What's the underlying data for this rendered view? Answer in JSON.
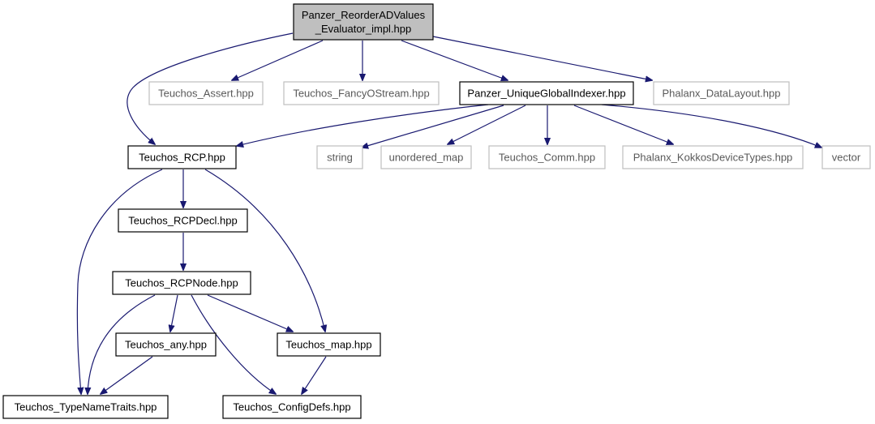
{
  "graph": {
    "colors": {
      "edge": "#191970",
      "root_fill": "#bfbfbf",
      "external_border": "#bfbfbf",
      "external_text": "#595959"
    },
    "nodes": [
      {
        "id": "root",
        "lines": [
          "Panzer_ReorderADValues",
          "_Evaluator_impl.hpp"
        ],
        "kind": "root"
      },
      {
        "id": "teuchos_assert",
        "lines": [
          "Teuchos_Assert.hpp"
        ],
        "kind": "external"
      },
      {
        "id": "teuchos_fancyostream",
        "lines": [
          "Teuchos_FancyOStream.hpp"
        ],
        "kind": "external"
      },
      {
        "id": "panzer_uniqueglobalindexer",
        "lines": [
          "Panzer_UniqueGlobalIndexer.hpp"
        ],
        "kind": "normal"
      },
      {
        "id": "phalanx_datalayout",
        "lines": [
          "Phalanx_DataLayout.hpp"
        ],
        "kind": "external"
      },
      {
        "id": "teuchos_rcp",
        "lines": [
          "Teuchos_RCP.hpp"
        ],
        "kind": "normal"
      },
      {
        "id": "string",
        "lines": [
          "string"
        ],
        "kind": "external"
      },
      {
        "id": "unordered_map",
        "lines": [
          "unordered_map"
        ],
        "kind": "external"
      },
      {
        "id": "teuchos_comm",
        "lines": [
          "Teuchos_Comm.hpp"
        ],
        "kind": "external"
      },
      {
        "id": "phalanx_kokkosdevicetypes",
        "lines": [
          "Phalanx_KokkosDeviceTypes.hpp"
        ],
        "kind": "external"
      },
      {
        "id": "vector",
        "lines": [
          "vector"
        ],
        "kind": "external"
      },
      {
        "id": "teuchos_rcpdecl",
        "lines": [
          "Teuchos_RCPDecl.hpp"
        ],
        "kind": "normal"
      },
      {
        "id": "teuchos_rcpnode",
        "lines": [
          "Teuchos_RCPNode.hpp"
        ],
        "kind": "normal"
      },
      {
        "id": "teuchos_any",
        "lines": [
          "Teuchos_any.hpp"
        ],
        "kind": "normal"
      },
      {
        "id": "teuchos_map",
        "lines": [
          "Teuchos_map.hpp"
        ],
        "kind": "normal"
      },
      {
        "id": "teuchos_typenametraits",
        "lines": [
          "Teuchos_TypeNameTraits.hpp"
        ],
        "kind": "normal"
      },
      {
        "id": "teuchos_configdefs",
        "lines": [
          "Teuchos_ConfigDefs.hpp"
        ],
        "kind": "normal"
      }
    ],
    "edges": [
      {
        "from": "root",
        "to": "teuchos_rcp"
      },
      {
        "from": "root",
        "to": "teuchos_assert"
      },
      {
        "from": "root",
        "to": "teuchos_fancyostream"
      },
      {
        "from": "root",
        "to": "panzer_uniqueglobalindexer"
      },
      {
        "from": "root",
        "to": "phalanx_datalayout"
      },
      {
        "from": "panzer_uniqueglobalindexer",
        "to": "teuchos_rcp"
      },
      {
        "from": "panzer_uniqueglobalindexer",
        "to": "string"
      },
      {
        "from": "panzer_uniqueglobalindexer",
        "to": "unordered_map"
      },
      {
        "from": "panzer_uniqueglobalindexer",
        "to": "teuchos_comm"
      },
      {
        "from": "panzer_uniqueglobalindexer",
        "to": "phalanx_kokkosdevicetypes"
      },
      {
        "from": "panzer_uniqueglobalindexer",
        "to": "vector"
      },
      {
        "from": "teuchos_rcp",
        "to": "teuchos_rcpdecl"
      },
      {
        "from": "teuchos_rcp",
        "to": "teuchos_typenametraits"
      },
      {
        "from": "teuchos_rcp",
        "to": "teuchos_map"
      },
      {
        "from": "teuchos_rcpdecl",
        "to": "teuchos_rcpnode"
      },
      {
        "from": "teuchos_rcpnode",
        "to": "teuchos_any"
      },
      {
        "from": "teuchos_rcpnode",
        "to": "teuchos_typenametraits"
      },
      {
        "from": "teuchos_rcpnode",
        "to": "teuchos_map"
      },
      {
        "from": "teuchos_rcpnode",
        "to": "teuchos_configdefs"
      },
      {
        "from": "teuchos_any",
        "to": "teuchos_typenametraits"
      },
      {
        "from": "teuchos_map",
        "to": "teuchos_configdefs"
      }
    ]
  }
}
